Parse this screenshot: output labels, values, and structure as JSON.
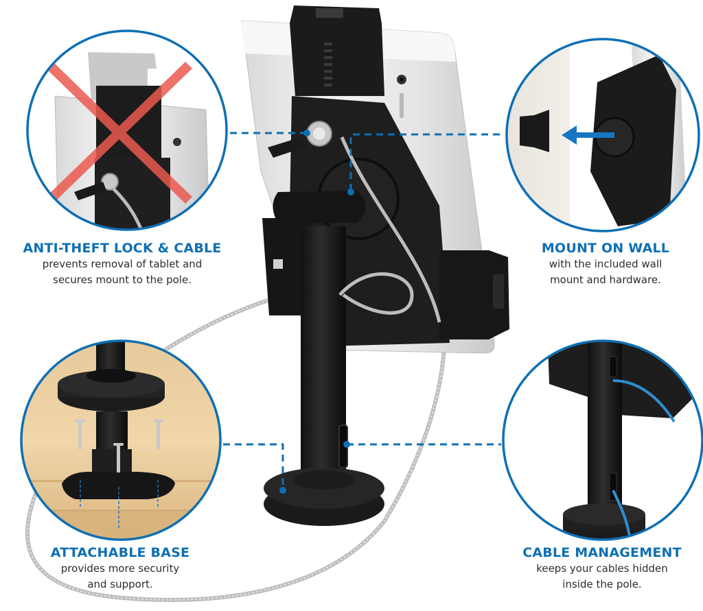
{
  "infographic": {
    "accent_color": "#0e6fb4",
    "text_color": "#2b2b2b",
    "warning_color": "#e8524a",
    "features": [
      {
        "id": "anti-theft",
        "title": "ANTI-THEFT LOCK & CABLE",
        "description_line1": "prevents removal of tablet and",
        "description_line2": "secures mount to the pole.",
        "detail_icon": "tablet-removal-crossed-icon"
      },
      {
        "id": "wall-mount",
        "title": "MOUNT ON WALL",
        "description_line1": "with the included wall",
        "description_line2": "mount and hardware.",
        "detail_icon": "wall-mount-arrow-icon"
      },
      {
        "id": "base",
        "title": "ATTACHABLE BASE",
        "description_line1": "provides more security",
        "description_line2": "and support.",
        "detail_icon": "base-screws-icon"
      },
      {
        "id": "cable-management",
        "title": "CABLE MANAGEMENT",
        "description_line1": "keeps your cables hidden",
        "description_line2": "inside the pole.",
        "detail_icon": "cable-in-pole-icon"
      }
    ],
    "product": {
      "name": "tablet-security-stand",
      "parts": [
        "tablet",
        "spring-clamp-holder",
        "key-lock",
        "security-cable",
        "pole",
        "round-base"
      ]
    }
  }
}
